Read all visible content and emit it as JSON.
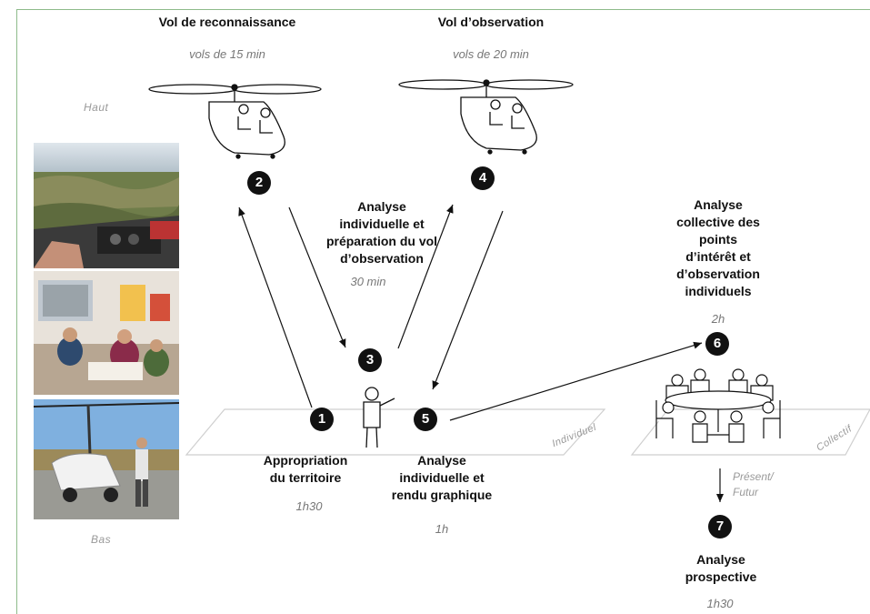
{
  "steps": {
    "s1": {
      "number": "1",
      "title": "Appropriation\ndu territoire",
      "duration": "1h30"
    },
    "s2": {
      "number": "2",
      "title": "Vol de reconnaissance",
      "duration": "vols de 15 min"
    },
    "s3": {
      "number": "3",
      "title": "Analyse\nindividuelle et\npréparation du vol\nd’observation",
      "duration": "30 min"
    },
    "s4": {
      "number": "4",
      "title": "Vol d’observation",
      "duration": "vols de 20 min"
    },
    "s5": {
      "number": "5",
      "title": "Analyse\nindividuelle et\nrendu graphique",
      "duration": "1h"
    },
    "s6": {
      "number": "6",
      "title": "Analyse\ncollective des\npoints\nd’intérêt et\nd’observation\nindividuels",
      "duration": "2h"
    },
    "s7": {
      "number": "7",
      "title": "Analyse\nprospective",
      "duration": "1h30"
    }
  },
  "levels": {
    "high": "Haut",
    "low": "Bas"
  },
  "planes": {
    "individual": "Individuel",
    "collective": "Collectif"
  },
  "time_axis": "Présent/\nFutur",
  "photos": [
    {
      "name": "photo-cockpit-flight"
    },
    {
      "name": "photo-workshop-room"
    },
    {
      "name": "photo-autogyro-ground"
    }
  ]
}
